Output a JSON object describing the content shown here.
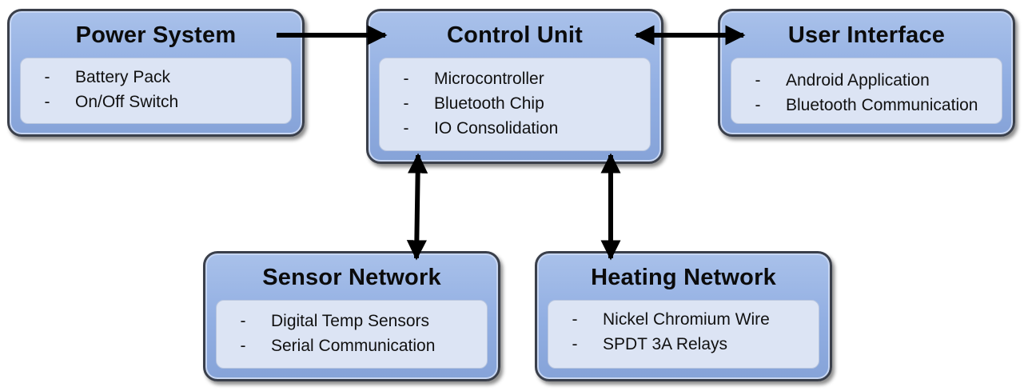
{
  "blocks": {
    "power": {
      "title": "Power System",
      "items": [
        "Battery Pack",
        "On/Off Switch"
      ]
    },
    "control": {
      "title": "Control Unit",
      "items": [
        "Microcontroller",
        "Bluetooth Chip",
        "IO Consolidation"
      ]
    },
    "ui": {
      "title": "User Interface",
      "items": [
        "Android Application",
        "Bluetooth Communication"
      ]
    },
    "sensor": {
      "title": "Sensor Network",
      "items": [
        "Digital Temp Sensors",
        "Serial Communication"
      ]
    },
    "heating": {
      "title": "Heating Network",
      "items": [
        "Nickel Chromium Wire",
        "SPDT 3A Relays"
      ]
    }
  },
  "bullet": "-",
  "connections": [
    {
      "from": "Power System",
      "to": "Control Unit",
      "direction": "one-way"
    },
    {
      "from": "Control Unit",
      "to": "User Interface",
      "direction": "two-way"
    },
    {
      "from": "Control Unit",
      "to": "Sensor Network",
      "direction": "two-way"
    },
    {
      "from": "Control Unit",
      "to": "Heating Network",
      "direction": "two-way"
    }
  ],
  "colors": {
    "block_fill": "#91aee2",
    "body_fill": "#dce4f4",
    "border": "#3a3f4a",
    "arrow": "#000000"
  }
}
